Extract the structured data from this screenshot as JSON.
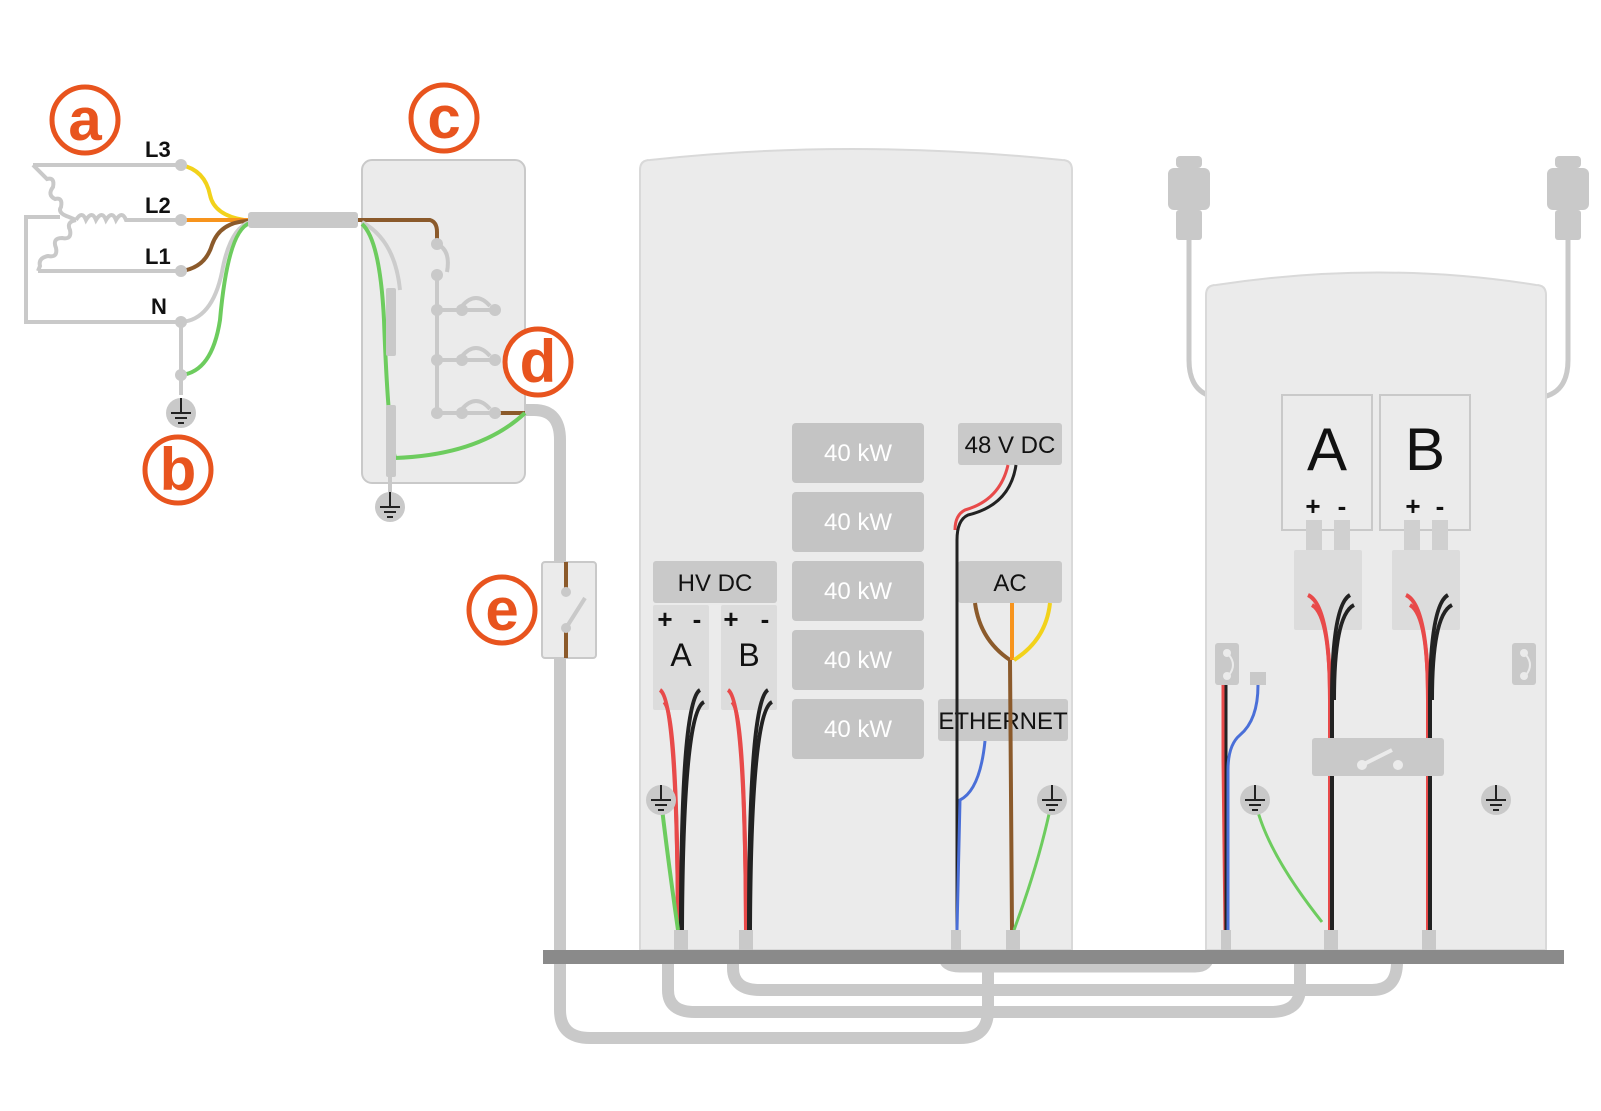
{
  "callouts": {
    "a": "a",
    "b": "b",
    "c": "c",
    "d": "d",
    "e": "e"
  },
  "phases": {
    "l3": "L3",
    "l2": "L2",
    "l1": "L1",
    "n": "N"
  },
  "power_cabinet": {
    "hv_dc_label": "HV DC",
    "dc_48v_label": "48 V DC",
    "ac_label": "AC",
    "ethernet_label": "ETHERNET",
    "output_a": "A",
    "output_b": "B",
    "plus": "+",
    "minus": "-",
    "modules": [
      "40 kW",
      "40 kW",
      "40 kW",
      "40 kW",
      "40 kW"
    ]
  },
  "dispenser": {
    "connector_a": "A",
    "connector_b": "B",
    "plus": "+",
    "minus": "-"
  },
  "colors": {
    "callout": "#E8541E",
    "l3_wire": "#F2D21B",
    "l2_wire": "#F7941D",
    "l1_wire": "#8B5A2B",
    "neutral_wire": "#CCCCCC",
    "earth_wire": "#6DCC5E",
    "dc_positive": "#E84A4A",
    "dc_negative": "#222222",
    "ethernet_wire": "#4A6FD8",
    "conduit": "#C9C9C9",
    "cabinet_fill": "#EBEBEB",
    "module_fill": "#C4C4C4",
    "floor": "#8A8A8A"
  },
  "icons": [
    "earth-ground-icon",
    "switch-icon",
    "connector-plug-icon",
    "door-sensor-icon"
  ]
}
